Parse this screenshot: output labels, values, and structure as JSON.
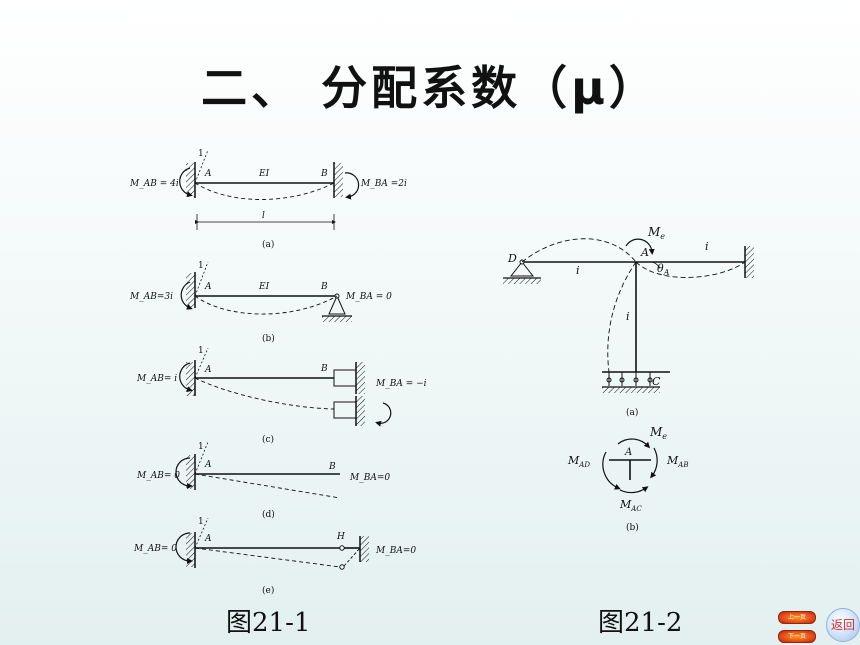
{
  "title": "二、  分配系数（μ）",
  "fig1": {
    "caption": "图21-1",
    "a": {
      "sub": "(a)",
      "left_moment": "M_AB = 4i",
      "right_moment": "M_BA =2i",
      "a": "A",
      "b": "B",
      "ei": "EI",
      "length": "l",
      "rot": "1"
    },
    "b": {
      "sub": "(b)",
      "left_moment": "M_AB=3i",
      "right_moment": "M_BA = 0",
      "a": "A",
      "b": "B",
      "ei": "EI",
      "rot": "1"
    },
    "c": {
      "sub": "(c)",
      "left_moment": "M_AB= i",
      "right_moment": "M_BA = −i",
      "a": "A",
      "b": "B",
      "rot": "1"
    },
    "d": {
      "sub": "(d)",
      "left_moment": "M_AB= 0",
      "right_moment": "M_BA=0",
      "a": "A",
      "b": "B",
      "rot": "1"
    },
    "e": {
      "sub": "(e)",
      "left_moment": "M_AB= 0",
      "right_moment": "M_BA=0",
      "a": "A",
      "h": "H",
      "rot": "1"
    }
  },
  "fig2": {
    "caption": "图21-2",
    "a": {
      "sub": "(a)",
      "me": "M",
      "me_sub": "e",
      "d": "D",
      "a": "A",
      "c": "C",
      "i": "i",
      "theta": "θ",
      "theta_sub": "A"
    },
    "b": {
      "sub": "(b)",
      "me": "M",
      "me_sub": "e",
      "a": "A",
      "mad": "M",
      "mad_sub": "AD",
      "mab": "M",
      "mab_sub": "AB",
      "mac": "M",
      "mac_sub": "AC"
    }
  },
  "nav": {
    "prev": "上一页",
    "next": "下一页",
    "back": "返回"
  }
}
